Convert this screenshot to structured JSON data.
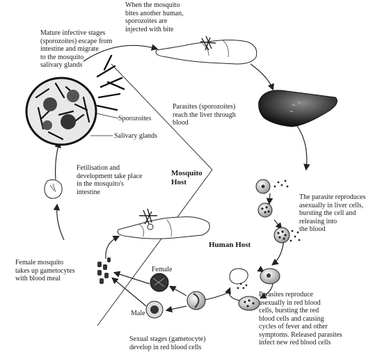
{
  "labels": {
    "bite": "When the mosquito\nbites another human,\nsporozoites are\ninjected with bite",
    "mature": "Mature infective stages\n(sporozoites) escape from\nintestine and migrate\nto the mosquito\nsalivary glands",
    "liver": "Parasites (sporozoites)\nreach the liver through\nblood",
    "sporozoites": "Sporozoites",
    "salivary": "Salivary glands",
    "fertilisation": "Fetilisation and\ndevelopment take place\nin the mosquito's\nintestine",
    "mosquito_host": "Mosquito\nHost",
    "liver_cells": "The parasite reproduces\nasexually in liver cells,\nbursting the cell and\nreleasing into\nthe blood",
    "human_host": "Human Host",
    "female_mosquito": "Female mosquito\ntakes up gametocytes\nwith blood meal",
    "female": "Female",
    "male": "Male",
    "rbc": "Parasites reproduce\nasexually in red blood\ncells, bursting the red\nblood cells and causing\ncycles of fever and other\nsymptoms. Released parasites\ninfect new red blood cells",
    "sexual": "Sexual stages (gametocyte)\ndevelop in red blood cells"
  }
}
